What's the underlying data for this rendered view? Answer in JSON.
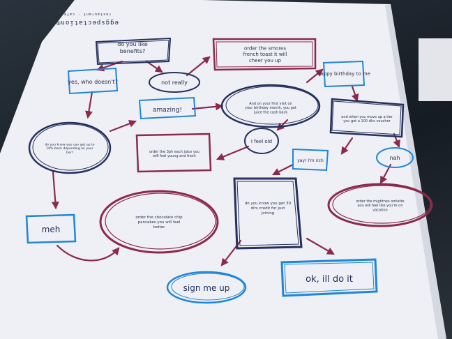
{
  "brand": {
    "name": "eggspectation®",
    "tagline": "restaurant · cafe"
  },
  "nodes": {
    "q_benefits": "do you like benefits?",
    "yes": "yes, who doesn't?",
    "not_really": "not really",
    "french_toast": "order the smores french toast it will cheer you up",
    "birthday": "happy birthday to me",
    "first_visit": "And on your first visit on your birthday month, you get juice the cash back",
    "amazing": "amazing!",
    "cash_back": "do you know you can get up to 10% back depending on your tier?",
    "feel_old": "I feel old",
    "juice": "order the 3ph each juice you will feel young and fresh",
    "voucher": "and when you move up a tier you get a 100 dlrs voucher",
    "rich": "yay! I'm rich",
    "nah": "nah",
    "meh": "meh",
    "pancakes": "order the chocolate chip pancakes you will feel better",
    "credit": "do you know you get 30 dlrs credit for just joining",
    "omelette": "order the mightnes omlette you will feel like you're on vacation",
    "sign_me_up": "sign me up",
    "ok_do_it": "ok, ill do it"
  },
  "colors": {
    "navy": "#26305c",
    "blue": "#1f86d6",
    "maroon": "#8b2a4a",
    "paper": "#eef0f6"
  }
}
